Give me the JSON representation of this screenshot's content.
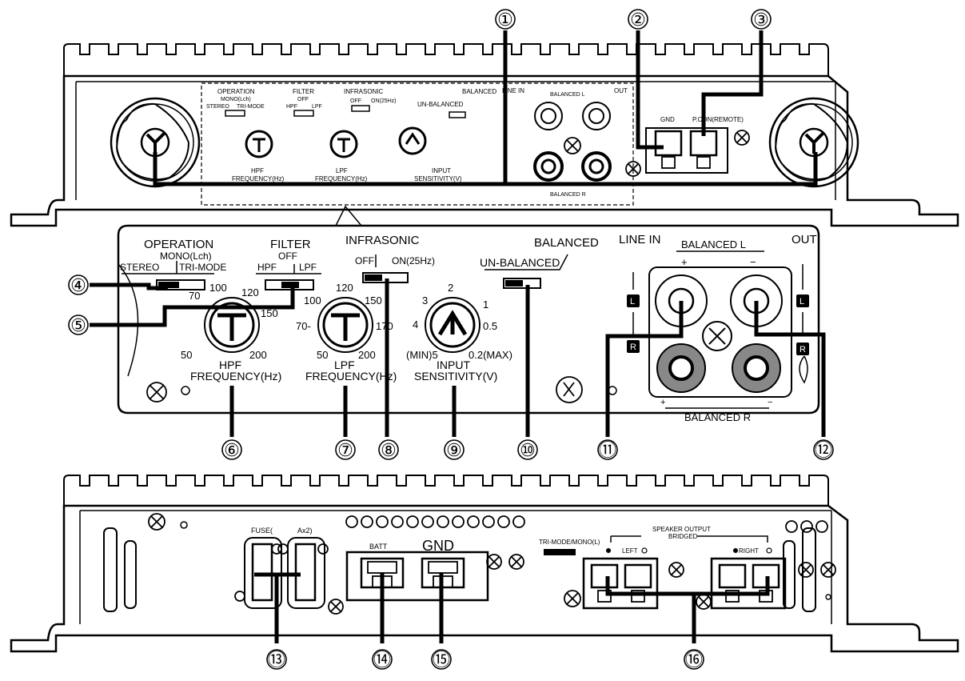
{
  "callouts": [
    "①",
    "②",
    "③",
    "④",
    "⑤",
    "⑥",
    "⑦",
    "⑧",
    "⑨",
    "⑩",
    "⑪",
    "⑫",
    "⑬",
    "⑭",
    "⑮",
    "⑯"
  ],
  "detail": {
    "operation": "OPERATION",
    "mono": "MONO(Lch)",
    "stereo": "STEREO",
    "trimode": "TRI-MODE",
    "filter": "FILTER",
    "filter_off": "OFF",
    "hpf": "HPF",
    "lpf": "LPF",
    "infrasonic": "INFRASONIC",
    "inf_off": "OFF",
    "inf_on": "ON(25Hz)",
    "balanced": "BALANCED",
    "unbalanced": "UN-BALANCED",
    "line_in": "LINE IN",
    "out": "OUT",
    "balanced_l": "BALANCED L",
    "balanced_r": "BALANCED R",
    "l_badge": "L",
    "r_badge": "R",
    "hpf_label": "HPF",
    "hpf_freq": "FREQUENCY(Hz)",
    "lpf_label": "LPF",
    "lpf_freq": "FREQUENCY(Hz)",
    "input_label": "INPUT",
    "sens_label": "SENSITIVITY(V)",
    "hpf_ticks": [
      "50",
      "70",
      "100",
      "120",
      "150",
      "200"
    ],
    "lpf_ticks": [
      "50",
      "70-",
      "100",
      "120",
      "150",
      "170",
      "200"
    ],
    "sens_ticks": [
      "(MIN)5",
      "4",
      "3",
      "2",
      "1",
      "0.5",
      "0.2(MAX)"
    ],
    "plus": "+",
    "minus": "−"
  },
  "top_panel": {
    "operation": "OPERATION",
    "mono": "MONO(Lch)",
    "stereo": "STEREO",
    "trimode": "TRI-MODE",
    "filter": "FILTER",
    "filter_off": "OFF",
    "hpf": "HPF",
    "lpf": "LPF",
    "infrasonic": "INFRASONIC",
    "inf_off": "OFF",
    "inf_on": "ON(25Hz)",
    "balanced": "BALANCED",
    "unbalanced": "UN-BALANCED",
    "line_in": "LINE IN",
    "out": "OUT",
    "balanced_l": "BALANCED L",
    "balanced_r": "BALANCED R",
    "gnd": "GND",
    "pcon": "P.CON(REMOTE)",
    "hpf_freq": "FREQUENCY(Hz)",
    "lpf_freq": "FREQUENCY(Hz)",
    "sens": "SENSITIVITY(V)",
    "hpf_label": "HPF",
    "lpf_label": "LPF",
    "input_label": "INPUT"
  },
  "bottom_panel": {
    "fuse": "FUSE(",
    "fuse2": "Ax2)",
    "batt": "BATT",
    "gnd": "GND",
    "speaker_output": "SPEAKER OUTPUT",
    "bridged": "BRIDGED",
    "trimode_mono": "TRI-MODE/MONO(L)",
    "left": "LEFT",
    "right": "RIGHT"
  }
}
